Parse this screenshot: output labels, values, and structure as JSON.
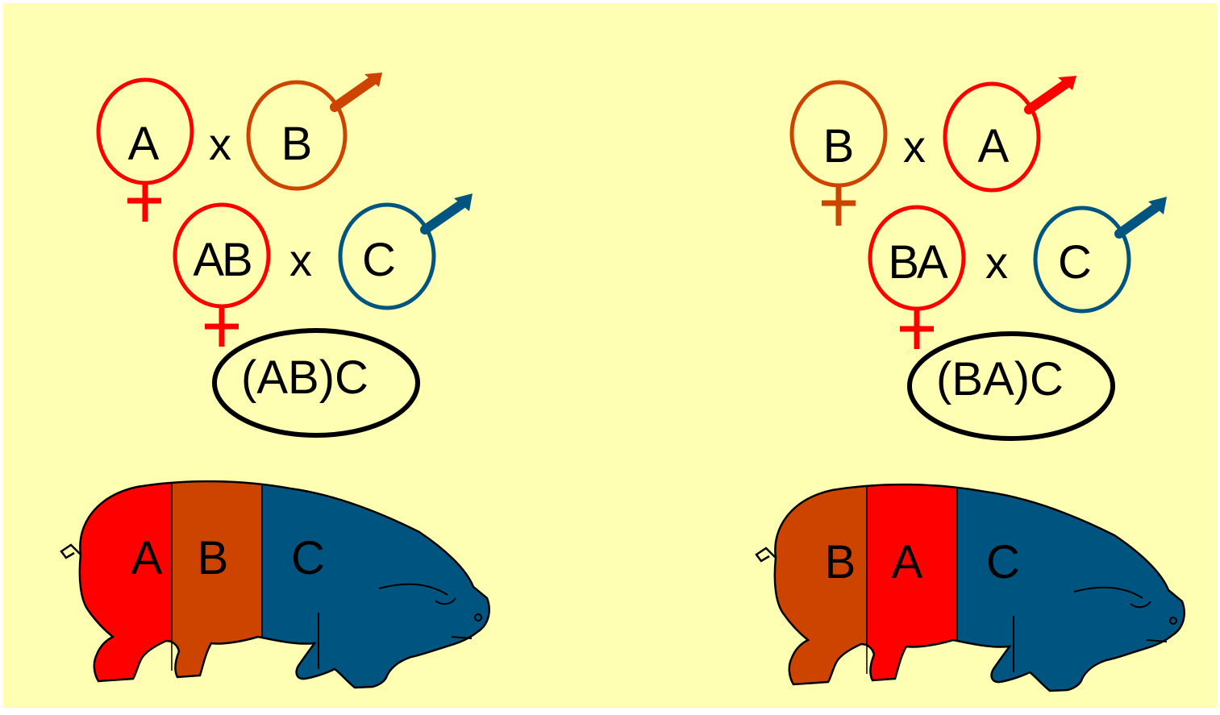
{
  "colors": {
    "background": "#ffffb4",
    "breed_a": "#ff0000",
    "breed_b": "#cc4400",
    "breed_c": "#005580",
    "outline": "#000000"
  },
  "crosses": [
    {
      "first_cross": {
        "female": "A",
        "times": "x",
        "male": "B"
      },
      "second_cross": {
        "female": "AB",
        "times": "x",
        "male": "C"
      },
      "offspring": "(AB)C",
      "pig_segments": [
        "A",
        "B",
        "C"
      ]
    },
    {
      "first_cross": {
        "female": "B",
        "times": "x",
        "male": "A"
      },
      "second_cross": {
        "female": "BA",
        "times": "x",
        "male": "C"
      },
      "offspring": "(BA)C",
      "pig_segments": [
        "B",
        "A",
        "C"
      ]
    }
  ]
}
